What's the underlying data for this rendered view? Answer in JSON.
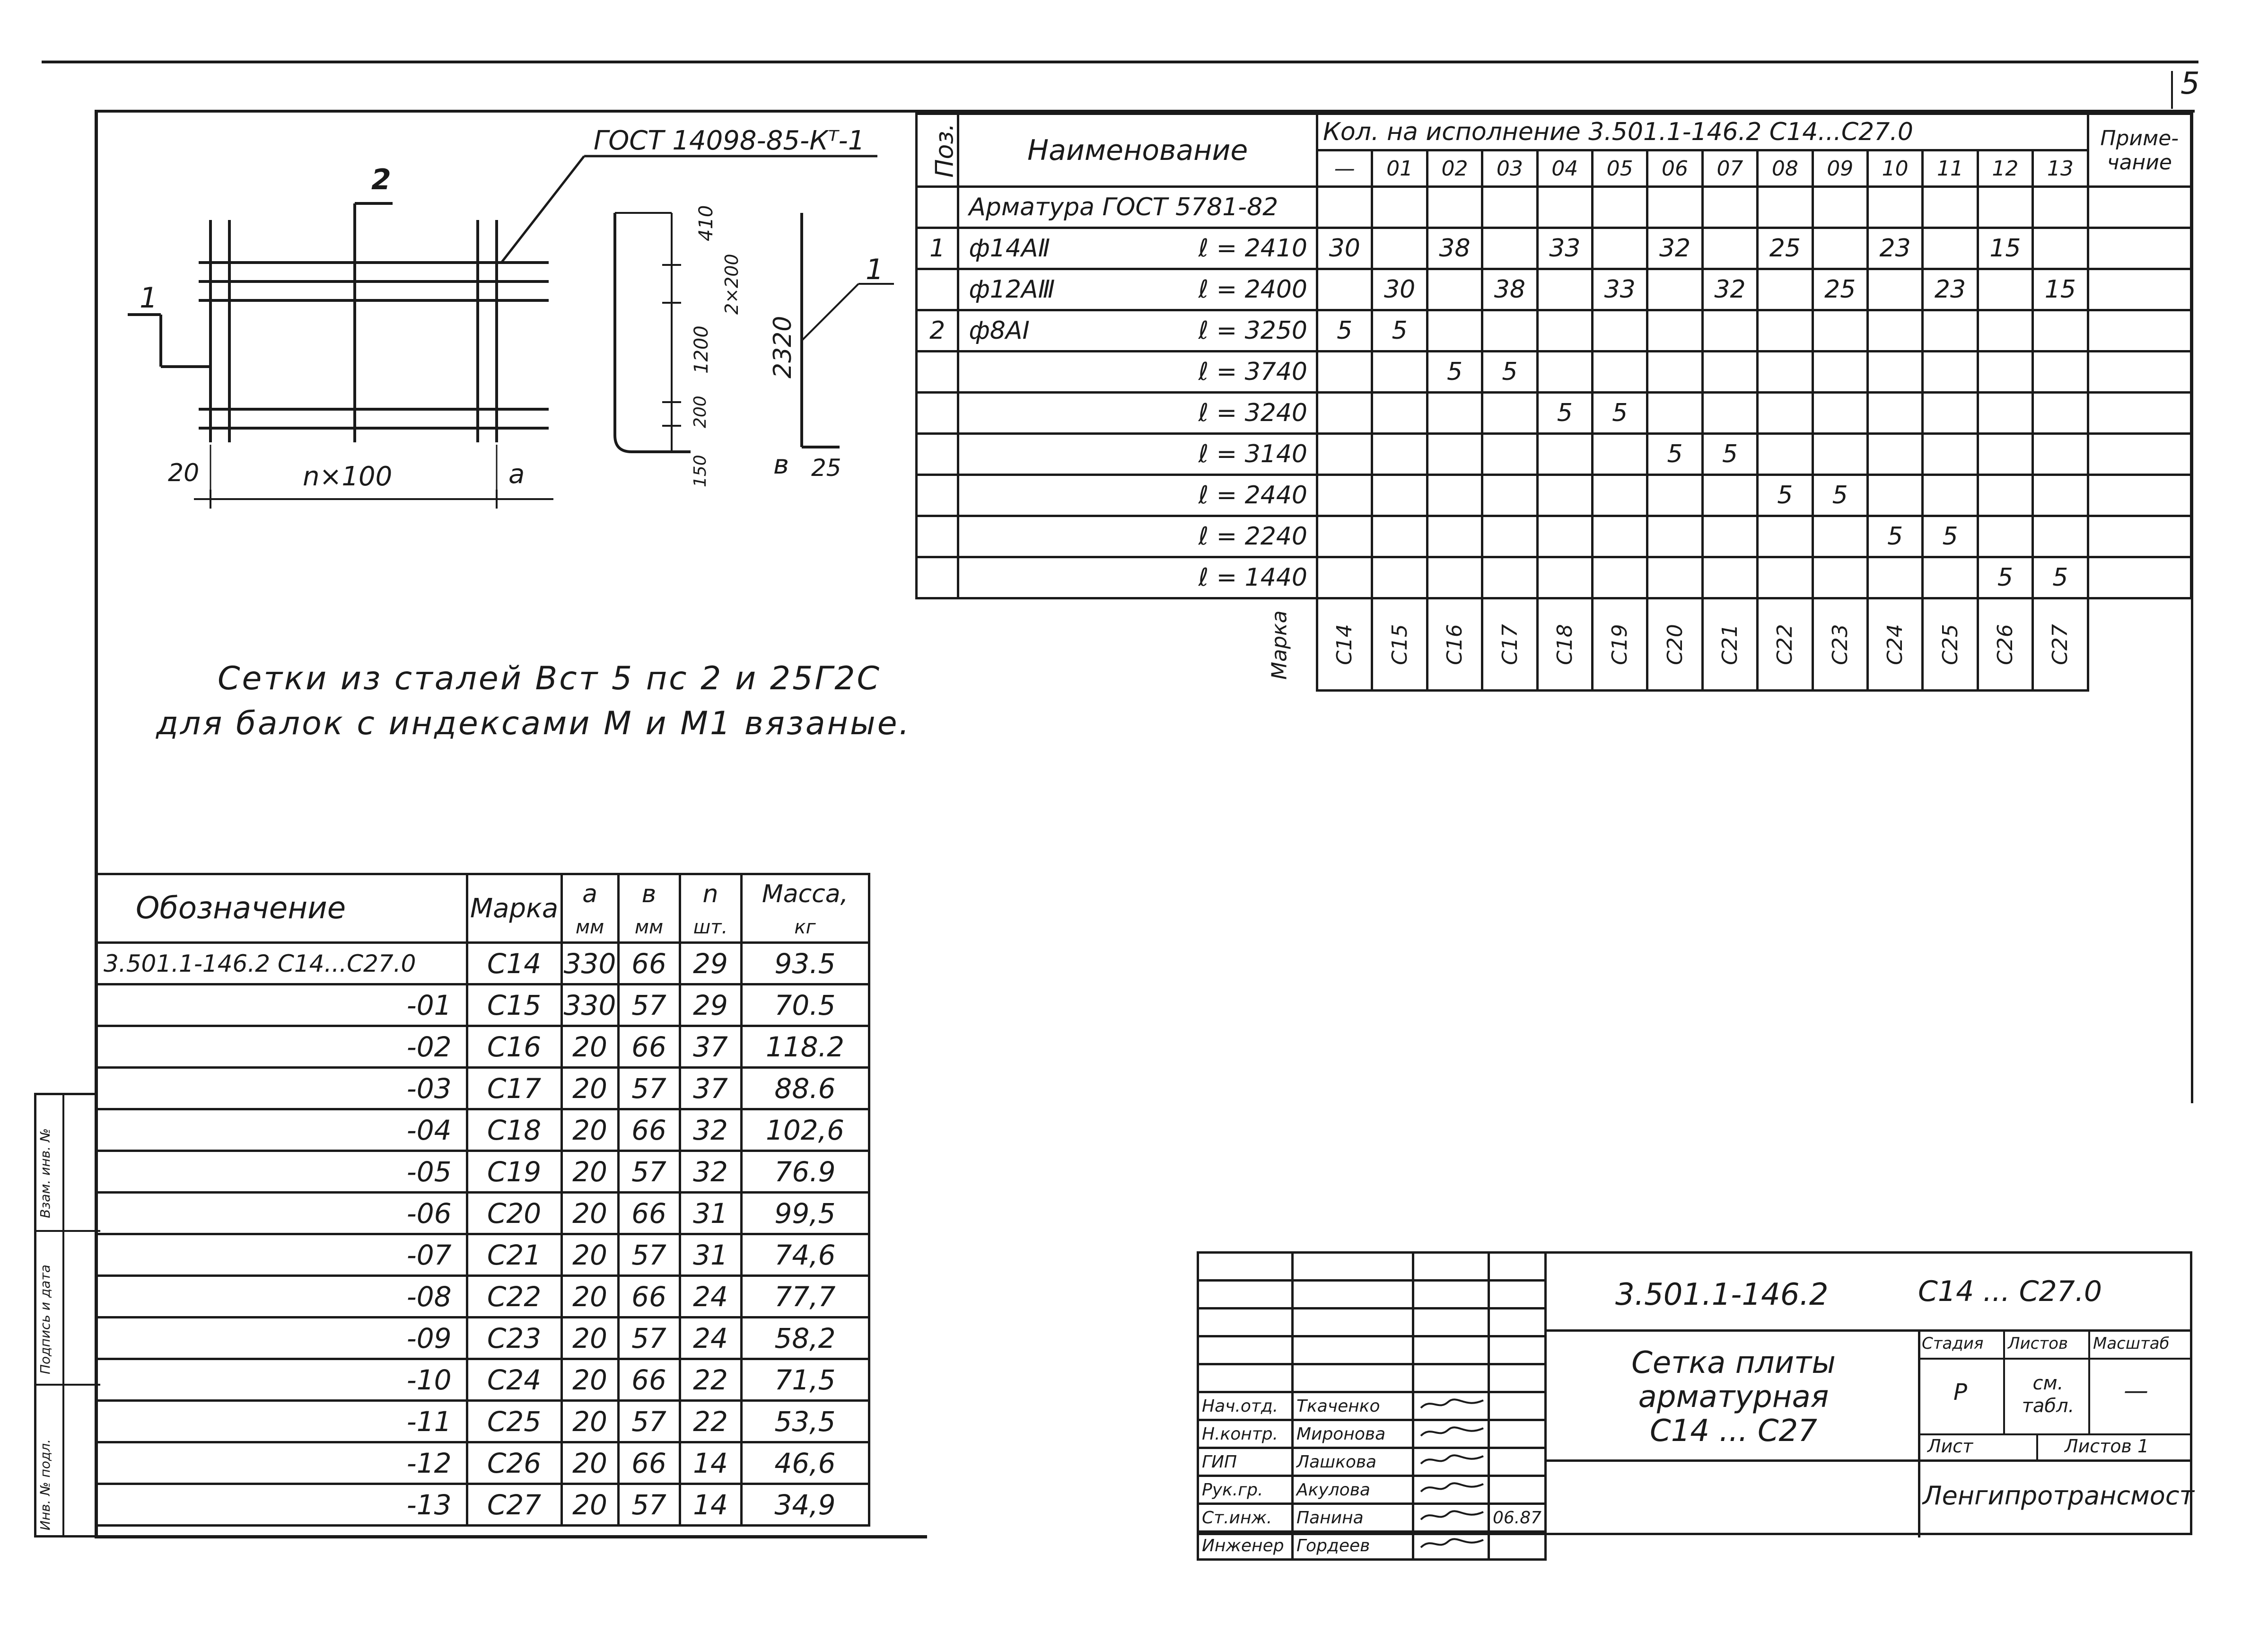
{
  "page_number": "5",
  "drawing": {
    "callout_gost": "ГОСТ 14098-85-Кᵀ-1",
    "callout_2": "2",
    "callout_1_left": "1",
    "callout_1_right": "1",
    "dim_20": "20",
    "dim_nx100": "n×100",
    "dim_a": "a",
    "dim_410": "410",
    "dim_2x200": "2×200",
    "dim_1200": "1200",
    "dim_200": "200",
    "dim_150": "150",
    "dim_2320": "2320",
    "dim_b": "в",
    "dim_25": "25"
  },
  "note": {
    "line1": "Сетки из сталей Вст 5 пс 2 и 25Г2С",
    "line2": "для балок с индексами М и М1 вязаные."
  },
  "spec_table": {
    "head_pos": "Поз.",
    "head_name": "Наименование",
    "head_qty": "Кол. на исполнение  3.501.1-146.2     С14...С27.0",
    "head_note": "Приме-\nчание",
    "variants": [
      "—",
      "01",
      "02",
      "03",
      "04",
      "05",
      "06",
      "07",
      "08",
      "09",
      "10",
      "11",
      "12",
      "13"
    ],
    "group_title": "Арматура  ГОСТ 5781-82",
    "rows": [
      {
        "pos": "1",
        "name": "ф14АⅡ",
        "len": "ℓ = 2410",
        "vals": [
          "30",
          "",
          "38",
          "",
          "33",
          "",
          "32",
          "",
          "25",
          "",
          "23",
          "",
          "15",
          ""
        ]
      },
      {
        "pos": "",
        "name": "ф12АⅢ",
        "len": "ℓ = 2400",
        "vals": [
          "",
          "30",
          "",
          "38",
          "",
          "33",
          "",
          "32",
          "",
          "25",
          "",
          "23",
          "",
          "15"
        ]
      },
      {
        "pos": "2",
        "name": "ф8АⅠ",
        "len": "ℓ = 3250",
        "vals": [
          "5",
          "5",
          "",
          "",
          "",
          "",
          "",
          "",
          "",
          "",
          "",
          "",
          "",
          ""
        ]
      },
      {
        "pos": "",
        "name": "",
        "len": "ℓ = 3740",
        "vals": [
          "",
          "",
          "5",
          "5",
          "",
          "",
          "",
          "",
          "",
          "",
          "",
          "",
          "",
          ""
        ]
      },
      {
        "pos": "",
        "name": "",
        "len": "ℓ = 3240",
        "vals": [
          "",
          "",
          "",
          "",
          "5",
          "5",
          "",
          "",
          "",
          "",
          "",
          "",
          "",
          ""
        ]
      },
      {
        "pos": "",
        "name": "",
        "len": "ℓ = 3140",
        "vals": [
          "",
          "",
          "",
          "",
          "",
          "",
          "5",
          "5",
          "",
          "",
          "",
          "",
          "",
          ""
        ]
      },
      {
        "pos": "",
        "name": "",
        "len": "ℓ = 2440",
        "vals": [
          "",
          "",
          "",
          "",
          "",
          "",
          "",
          "",
          "5",
          "5",
          "",
          "",
          "",
          ""
        ]
      },
      {
        "pos": "",
        "name": "",
        "len": "ℓ = 2240",
        "vals": [
          "",
          "",
          "",
          "",
          "",
          "",
          "",
          "",
          "",
          "",
          "5",
          "5",
          "",
          ""
        ]
      },
      {
        "pos": "",
        "name": "",
        "len": "ℓ = 1440",
        "vals": [
          "",
          "",
          "",
          "",
          "",
          "",
          "",
          "",
          "",
          "",
          "",
          "",
          "5",
          "5"
        ]
      }
    ],
    "marka_label": "Марка",
    "markas": [
      "С14",
      "С15",
      "С16",
      "С17",
      "С18",
      "С19",
      "С20",
      "С21",
      "С22",
      "С23",
      "С24",
      "С25",
      "С26",
      "С27"
    ]
  },
  "marks_table": {
    "head_des": "Обозначение",
    "head_marka": "Марка",
    "head_a": "а",
    "head_b": "в",
    "head_n": "n",
    "head_mass": "Масса,",
    "unit_a": "мм",
    "unit_b": "мм",
    "unit_n": "шт.",
    "unit_mass": "кг",
    "rows": [
      {
        "des": "3.501.1-146.2    С14...С27.0",
        "marka": "С14",
        "a": "330",
        "b": "66",
        "n": "29",
        "mass": "93.5"
      },
      {
        "des": "-01",
        "marka": "С15",
        "a": "330",
        "b": "57",
        "n": "29",
        "mass": "70.5"
      },
      {
        "des": "-02",
        "marka": "С16",
        "a": "20",
        "b": "66",
        "n": "37",
        "mass": "118.2"
      },
      {
        "des": "-03",
        "marka": "С17",
        "a": "20",
        "b": "57",
        "n": "37",
        "mass": "88.6"
      },
      {
        "des": "-04",
        "marka": "С18",
        "a": "20",
        "b": "66",
        "n": "32",
        "mass": "102,6"
      },
      {
        "des": "-05",
        "marka": "С19",
        "a": "20",
        "b": "57",
        "n": "32",
        "mass": "76.9"
      },
      {
        "des": "-06",
        "marka": "С20",
        "a": "20",
        "b": "66",
        "n": "31",
        "mass": "99,5"
      },
      {
        "des": "-07",
        "marka": "С21",
        "a": "20",
        "b": "57",
        "n": "31",
        "mass": "74,6"
      },
      {
        "des": "-08",
        "marka": "С22",
        "a": "20",
        "b": "66",
        "n": "24",
        "mass": "77,7"
      },
      {
        "des": "-09",
        "marka": "С23",
        "a": "20",
        "b": "57",
        "n": "24",
        "mass": "58,2"
      },
      {
        "des": "-10",
        "marka": "С24",
        "a": "20",
        "b": "66",
        "n": "22",
        "mass": "71,5"
      },
      {
        "des": "-11",
        "marka": "С25",
        "a": "20",
        "b": "57",
        "n": "22",
        "mass": "53,5"
      },
      {
        "des": "-12",
        "marka": "С26",
        "a": "20",
        "b": "66",
        "n": "14",
        "mass": "46,6"
      },
      {
        "des": "-13",
        "marka": "С27",
        "a": "20",
        "b": "57",
        "n": "14",
        "mass": "34,9"
      }
    ]
  },
  "side_strip": {
    "inv_podl": "Инв. № подл.",
    "podpis": "Подпись и дата",
    "vzam": "Взам. инв. №"
  },
  "title_block": {
    "code": "3.501.1-146.2",
    "range": "С14 ... С27.0",
    "title": "Сетка плиты\nарматурная\nС14 ... С27",
    "stage_h": "Стадия",
    "sheet_h": "Листов",
    "scale_h": "Масштаб",
    "stage_v": "Р",
    "sheet_v": "см.\nтабл.",
    "scale_v": "—",
    "list_h": "Лист",
    "listov_h": "Листов 1",
    "org": "Ленгипротрансмост",
    "people": [
      {
        "role": "Нач.отд.",
        "name": "Ткаченко"
      },
      {
        "role": "Н.контр.",
        "name": "Миронова"
      },
      {
        "role": "ГИП",
        "name": "Лашкова"
      },
      {
        "role": "Рук.гр.",
        "name": "Акулова"
      },
      {
        "role": "Ст.инж.",
        "name": "Панина"
      },
      {
        "role": "Инженер",
        "name": "Гордеев"
      }
    ],
    "date": "06.87"
  }
}
